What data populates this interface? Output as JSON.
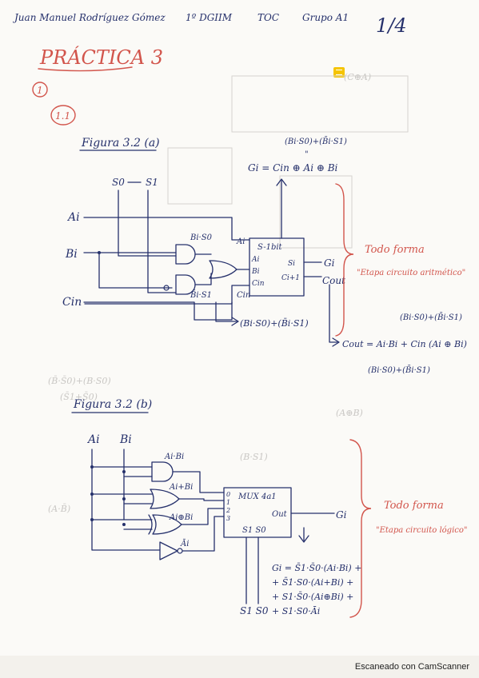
{
  "header": {
    "author": "Juan Manuel Rodríguez Gómez",
    "course": "1º DGIIM",
    "subject": "TOC",
    "group": "Grupo A1",
    "page": "1/4",
    "title": "PRÁCTICA 3"
  },
  "sections": {
    "section_num": "1",
    "subsection_num": "1.1"
  },
  "figure_a": {
    "caption": "Figura 3.2 (a)",
    "inputs": [
      "Ai",
      "Bi",
      "Cin"
    ],
    "selects": [
      "S0",
      "S1"
    ],
    "gate_labels": [
      "Bi·S0",
      "B̄i·S1"
    ],
    "adder_title": "S-1bit",
    "adder_in": [
      "Ai",
      "Bi",
      "Cin"
    ],
    "adder_out": [
      "Si",
      "Ci+1"
    ],
    "outputs": [
      "Gi",
      "Cout"
    ],
    "cin_label": "Cin",
    "exp_top": "(Bi·S0)+(B̄i·S1)",
    "exp_eq_top": "\"",
    "exp_gi": "Gi = Cin ⊕ Ai ⊕ Bi",
    "exp_bottom_mid": "(Bi·S0)+(B̄i·S1)",
    "exp_right_top": "(Bi·S0)+(B̄i·S1)",
    "exp_cout": "Cout = Ai·Bi + Cin (Ai ⊕ Bi)",
    "exp_cout_bottom": "(Bi·S0)+(B̄i·S1)",
    "note_title": "Todo forma",
    "note_text": "\"Etapa circuito aritmético\""
  },
  "figure_b": {
    "caption": "Figura 3.2 (b)",
    "inputs": [
      "Ai",
      "Bi"
    ],
    "gate_labels": [
      "Ai·Bi",
      "Ai+Bi",
      "Ai⊕Bi",
      "Āi"
    ],
    "mux_title": "MUX 4a1",
    "mux_inputs": [
      "0",
      "1",
      "2",
      "3"
    ],
    "mux_out": "Out",
    "mux_sel": "S1  S0",
    "output": "Gi",
    "selects": "S1  S0",
    "eq_lines": [
      "Gi = S̄1·S̄0·(Ai·Bi) +",
      "+ S̄1·S0·(Ai+Bi) +",
      "+ S1·S̄0·(Ai⊕Bi) +",
      "+ S1·S0·Āi"
    ],
    "note_title": "Todo forma",
    "note_text": "\"Etapa circuito lógico\""
  },
  "footer": {
    "scanner": "Escaneado con CamScanner"
  }
}
